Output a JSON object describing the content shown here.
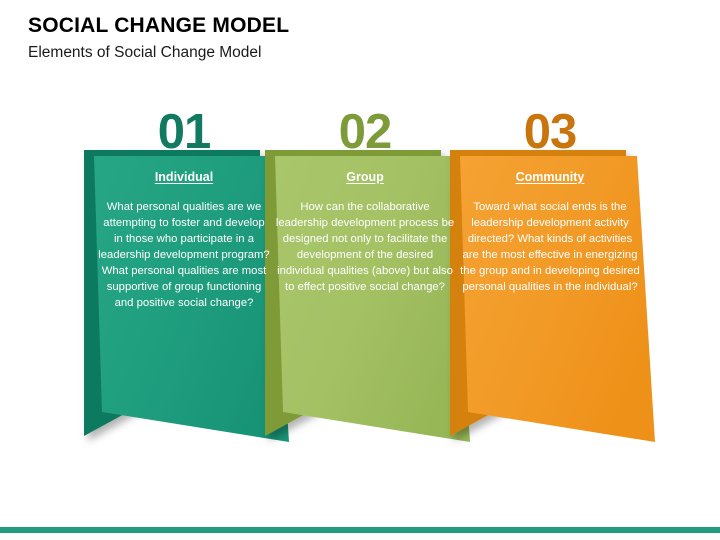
{
  "header": {
    "title": "SOCIAL CHANGE MODEL",
    "subtitle": "Elements of Social Change Model"
  },
  "colors": {
    "teal_front": "#1f9e7e",
    "teal_back": "#0f7a5f",
    "teal_number": "#117a60",
    "green_front": "#a4c164",
    "green_back": "#7e9b37",
    "green_number": "#7d9b38",
    "orange_front": "#f29a27",
    "orange_back": "#d4820c",
    "orange_number": "#c9750d",
    "footer_bar": "#229b7f",
    "card_text": "#ffffff",
    "title_text": "#000000"
  },
  "cards": [
    {
      "number": "01",
      "heading": "Individual",
      "body": "What personal qualities are we attempting to foster and develop in those who participate in a leadership development program? What personal qualities are most supportive of group functioning and positive social change?"
    },
    {
      "number": "02",
      "heading": "Group ",
      "body": "How can the collaborative leadership development process be designed not only to facilitate the development of the desired individual qualities (above) but also to effect positive social change?"
    },
    {
      "number": "03",
      "heading": "Community",
      "body": "Toward what social ends is the leadership development activity directed? What kinds of activities are the most effective in energizing the group and in developing desired personal qualities in the individual?"
    }
  ]
}
